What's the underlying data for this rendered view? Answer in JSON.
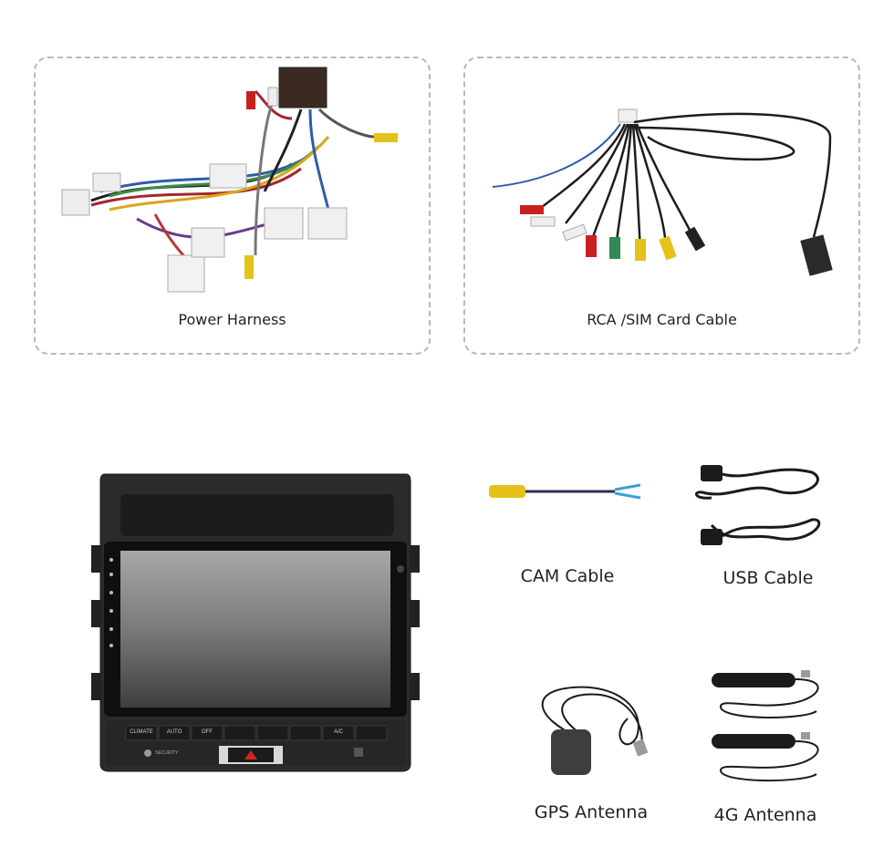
{
  "accessories": {
    "power_harness": "Power Harness",
    "rca_sim_cable": "RCA /SIM Card Cable",
    "cam_cable": "CAM Cable",
    "usb_cable": "USB Cable",
    "gps_antenna": "GPS Antenna",
    "antenna_4g": "4G Antenna"
  },
  "head_unit": {
    "buttons": [
      "CLIMATE",
      "AUTO",
      "OFF",
      "A/C"
    ],
    "security_label": "SECURITY"
  }
}
